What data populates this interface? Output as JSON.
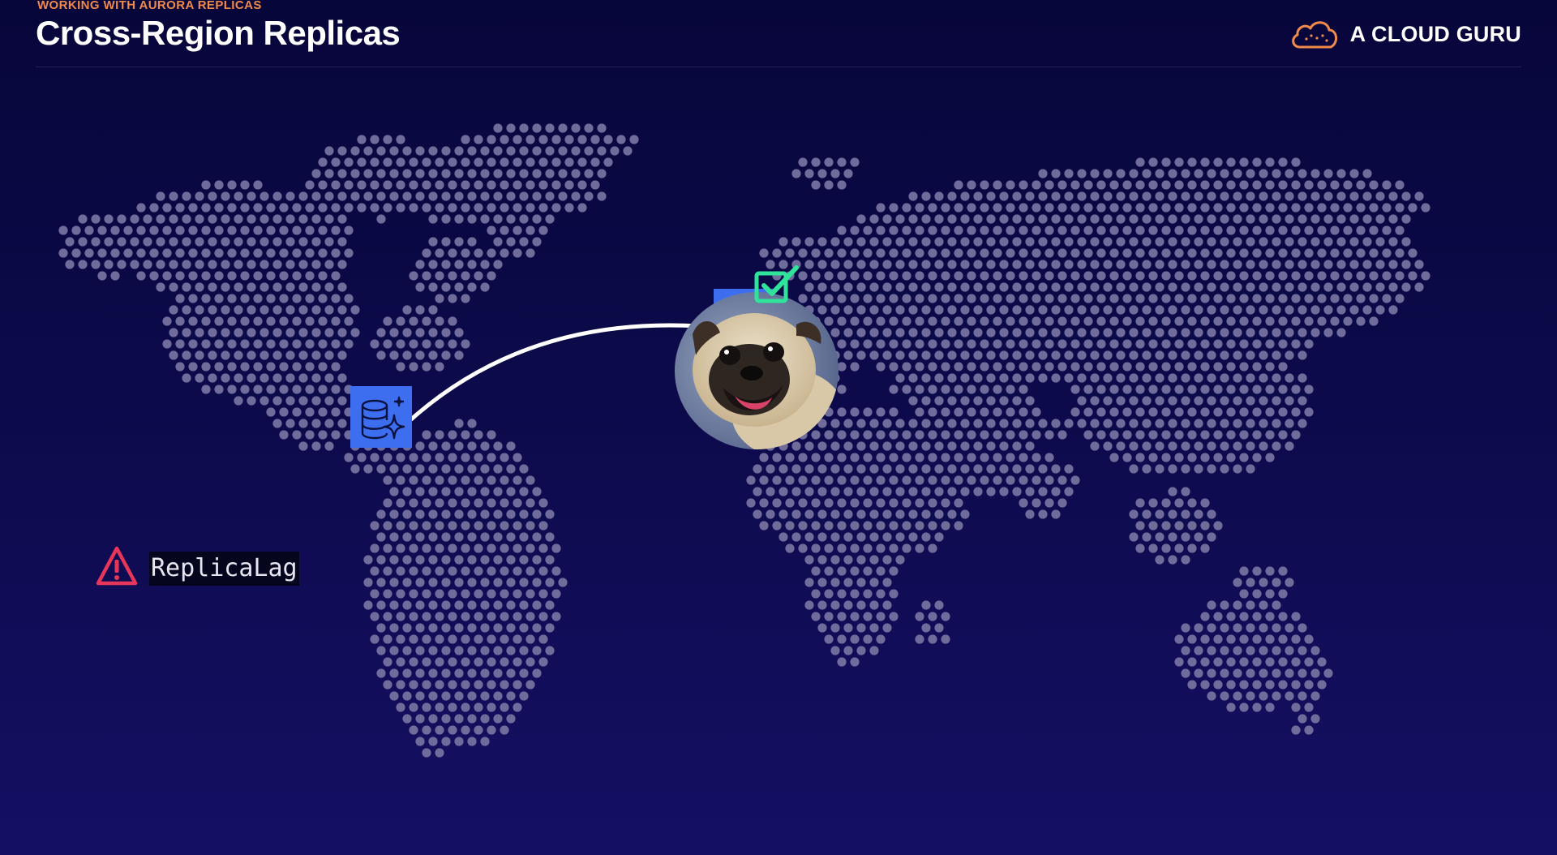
{
  "header": {
    "kicker": "WORKING WITH AURORA REPLICAS",
    "title": "Cross-Region Replicas",
    "brand": "A CLOUD GURU"
  },
  "metric": {
    "label": "ReplicaLag"
  },
  "colors": {
    "accent_orange": "#f08a4b",
    "aws_blue": "#3d6ef0",
    "check_green": "#2fe39a",
    "warning_red": "#e8355a",
    "map_dot": "#6f6b9a"
  },
  "icons": [
    "cloud-logo-icon",
    "database-icon",
    "check-icon",
    "warning-icon",
    "pug-photo"
  ]
}
